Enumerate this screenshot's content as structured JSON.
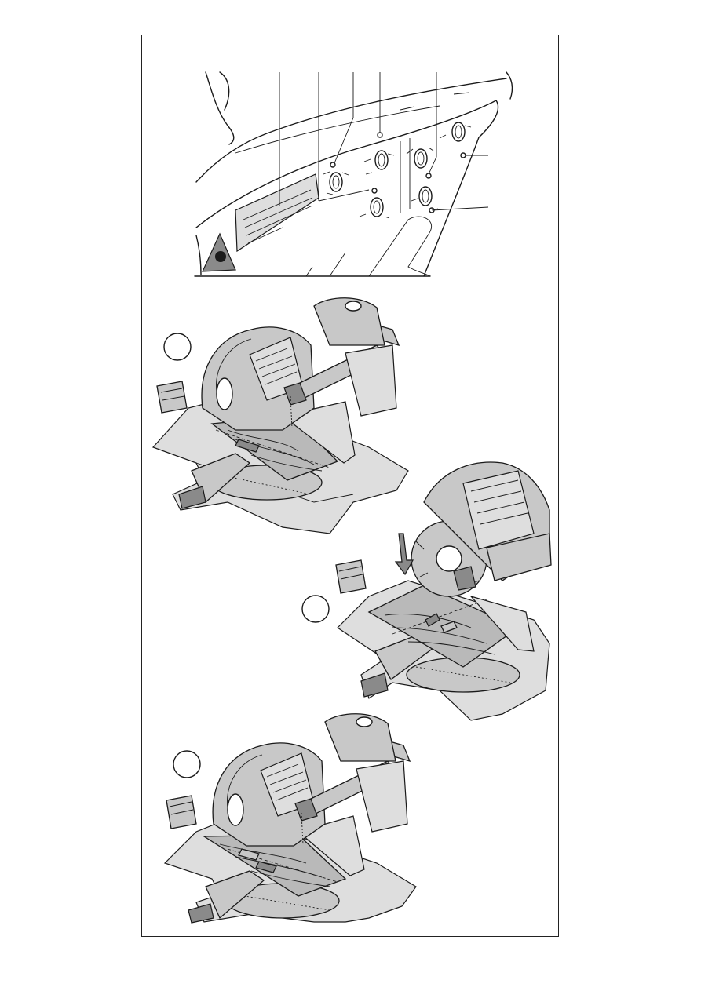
{
  "page": {
    "figures": [
      {
        "id": "control-panel-detail",
        "markers": []
      },
      {
        "id": "figure-1",
        "step_label": ""
      },
      {
        "id": "figure-2",
        "step_label": ""
      },
      {
        "id": "figure-3",
        "step_label": ""
      }
    ]
  },
  "colors": {
    "line": "#1a1a1a",
    "metal_fill": "#c8c8c8",
    "wood_fill": "#b9b9b9",
    "dark_fill": "#8a8a8a",
    "background": "#ffffff"
  },
  "icons": [
    "laser-warning-icon",
    "rotation-arrow-icon",
    "push-arrow-icon"
  ]
}
